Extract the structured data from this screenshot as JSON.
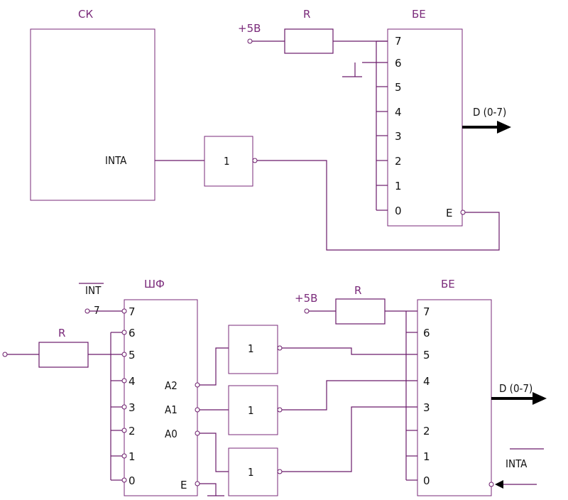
{
  "top": {
    "sk_label": "СК",
    "inta_label": "INTA",
    "plus5_label": "+5В",
    "r_label": "R",
    "be_label": "БЕ",
    "inverter_label": "1",
    "be_pins": [
      "7",
      "6",
      "5",
      "4",
      "3",
      "2",
      "1",
      "0"
    ],
    "e_label": "E",
    "bus_label": "D (0-7)"
  },
  "bottom": {
    "int_label": "INT",
    "int_pin_label": "7",
    "shf_label": "ШФ",
    "r_left_label": "R",
    "shf_pins": [
      "7",
      "6",
      "5",
      "4",
      "3",
      "2",
      "1",
      "0"
    ],
    "a_labels": [
      "A2",
      "A1",
      "A0"
    ],
    "shf_e_label": "E",
    "inverters": [
      "1",
      "1",
      "1"
    ],
    "plus5_label": "+5В",
    "r_right_label": "R",
    "be_label": "БЕ",
    "be_pins": [
      "7",
      "6",
      "5",
      "4",
      "3",
      "2",
      "1",
      "0"
    ],
    "bus_label": "D (0-7)",
    "inta_label": "INTA"
  },
  "colors": {
    "line": "#6a1a6a",
    "box": "#7a2a7a",
    "bus_arrow": "#000000"
  }
}
